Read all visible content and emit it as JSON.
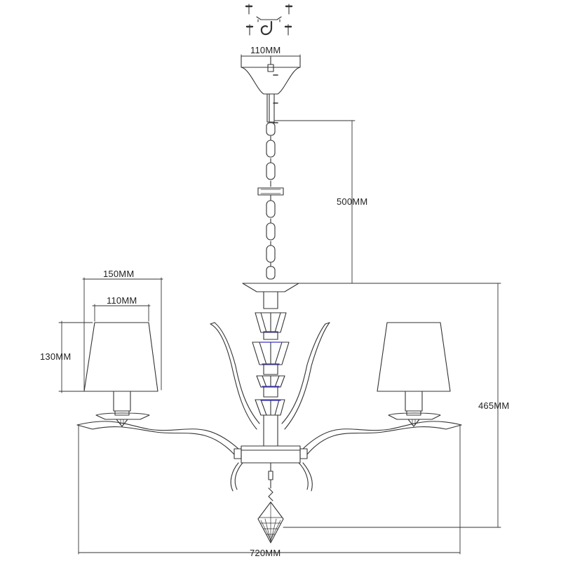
{
  "dimensions": {
    "canopy_width": "110MM",
    "chain_length": "500MM",
    "shade_outer_width": "150MM",
    "shade_inner_width": "110MM",
    "shade_height": "130MM",
    "body_height": "465MM",
    "overall_width": "720MM"
  },
  "colors": {
    "line": "#333333",
    "crystal_accent": "#3a33c8"
  }
}
